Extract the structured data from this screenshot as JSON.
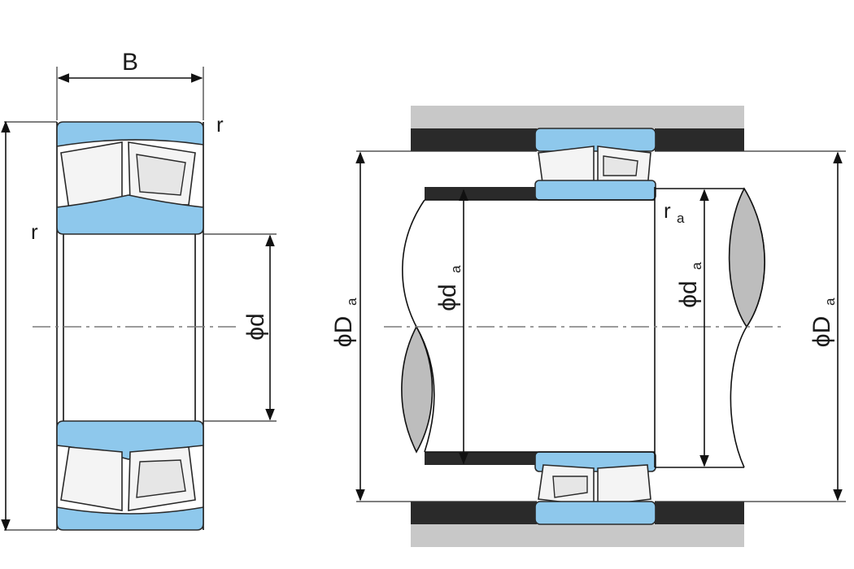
{
  "labels": {
    "width": "B",
    "chamfer_top": "r",
    "chamfer_left": "r",
    "bore": "ϕd",
    "housing_left": "ϕD",
    "housing_left_sub": "a",
    "shaft_left": "ϕd",
    "shaft_left_sub": "a",
    "fillet": "r",
    "fillet_sub": "a",
    "shaft_right": "ϕd",
    "shaft_right_sub": "a",
    "housing_right": "ϕD",
    "housing_right_sub": "a"
  },
  "colors": {
    "ring": "#8ec8ec",
    "housing_dark": "#2a2a2a",
    "housing_light": "#c8c8c8",
    "shaft_section": "#bdbdbd"
  }
}
